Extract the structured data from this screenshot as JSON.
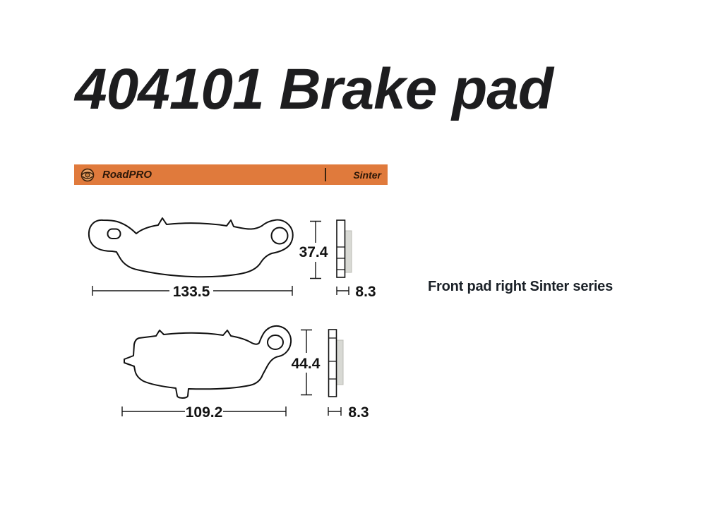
{
  "title": "404101 Brake pad",
  "banner": {
    "brand": "RoadPRO",
    "series": "Sinter",
    "bg_color": "#e07a3c",
    "text_color": "#2c1708",
    "logo_icon": "brand-logo"
  },
  "caption": "Front pad right Sinter series",
  "colors": {
    "friction": "#d8d9d4",
    "outline": "#111111",
    "banner_orange": "#e07a3c",
    "background": "#ffffff"
  },
  "drawings": [
    {
      "id": "front-pad-upper",
      "width_label": "133.5",
      "height_label": "37.4",
      "thickness_label": "8.3"
    },
    {
      "id": "front-pad-lower",
      "width_label": "109.2",
      "height_label": "44.4",
      "thickness_label": "8.3"
    }
  ]
}
